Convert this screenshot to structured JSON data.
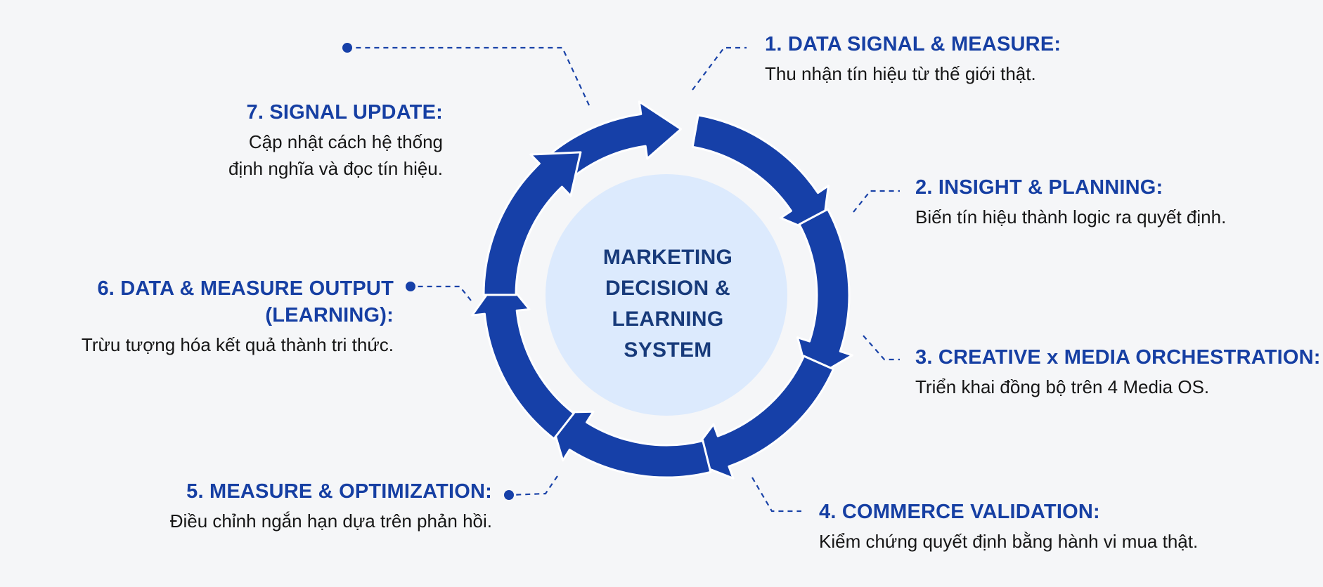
{
  "center": {
    "title": "MARKETING\nDECISION &\nLEARNING\nSYSTEM"
  },
  "steps": [
    {
      "title": "1. DATA SIGNAL & MEASURE:",
      "desc": "Thu nhận tín hiệu từ thế giới thật."
    },
    {
      "title": "2. INSIGHT & PLANNING:",
      "desc": "Biến tín hiệu thành logic ra quyết định."
    },
    {
      "title": "3. CREATIVE x MEDIA ORCHESTRATION:",
      "desc": "Triển khai đồng bộ trên 4 Media OS."
    },
    {
      "title": "4. COMMERCE VALIDATION:",
      "desc": "Kiểm chứng quyết định bằng hành vi mua thật."
    },
    {
      "title": "5. MEASURE & OPTIMIZATION:",
      "desc": "Điều chỉnh ngắn hạn dựa trên phản hồi."
    },
    {
      "title": "6. DATA & MEASURE OUTPUT\n(LEARNING):",
      "desc": "Trừu tượng hóa kết quả thành tri thức."
    },
    {
      "title": "7. SIGNAL UPDATE:",
      "desc": "Cập nhật cách hệ thống\nđịnh nghĩa và đọc tín hiệu."
    }
  ],
  "colors": {
    "background": "#f5f6f8",
    "arrow_blue": "#1640a8",
    "center_fill": "#dceafd",
    "title_blue": "#163fa3",
    "text": "#161616"
  }
}
